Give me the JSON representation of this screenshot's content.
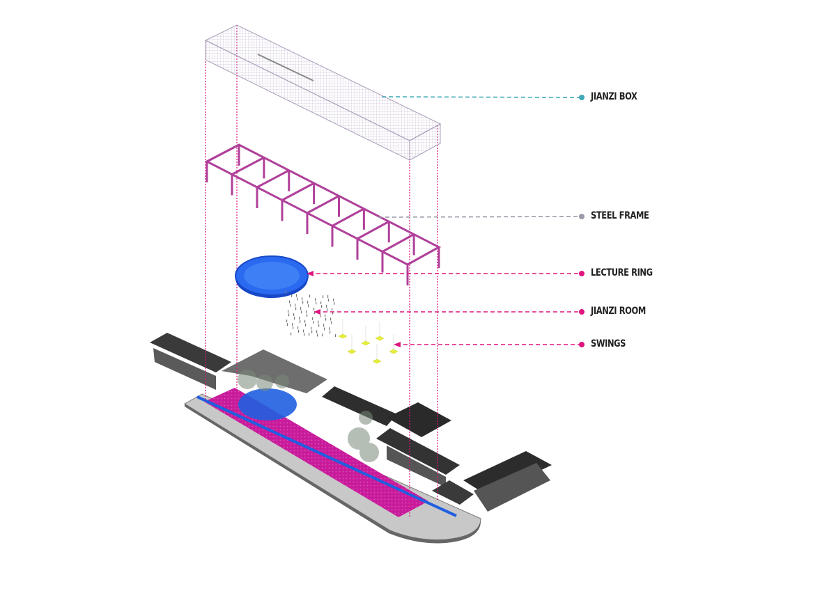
{
  "diagram": {
    "type": "exploded axonometric",
    "colors": {
      "accent_pink": "#e0147f",
      "teal": "#3fa9b5",
      "gray_leader": "#9a9aa8",
      "frame_magenta": "#b0409a",
      "ring_blue": "#1f5fe0",
      "swing_yellow": "#e6ef3a",
      "roof_dark": "#333333"
    },
    "labels": [
      {
        "id": "jianzi-box",
        "text": "JIANZI BOX"
      },
      {
        "id": "steel-frame",
        "text": "STEEL FRAME"
      },
      {
        "id": "lecture-ring",
        "text": "LECTURE RING"
      },
      {
        "id": "jianzi-room",
        "text": "JIANZI ROOM"
      },
      {
        "id": "swings",
        "text": "SWINGS"
      }
    ]
  }
}
